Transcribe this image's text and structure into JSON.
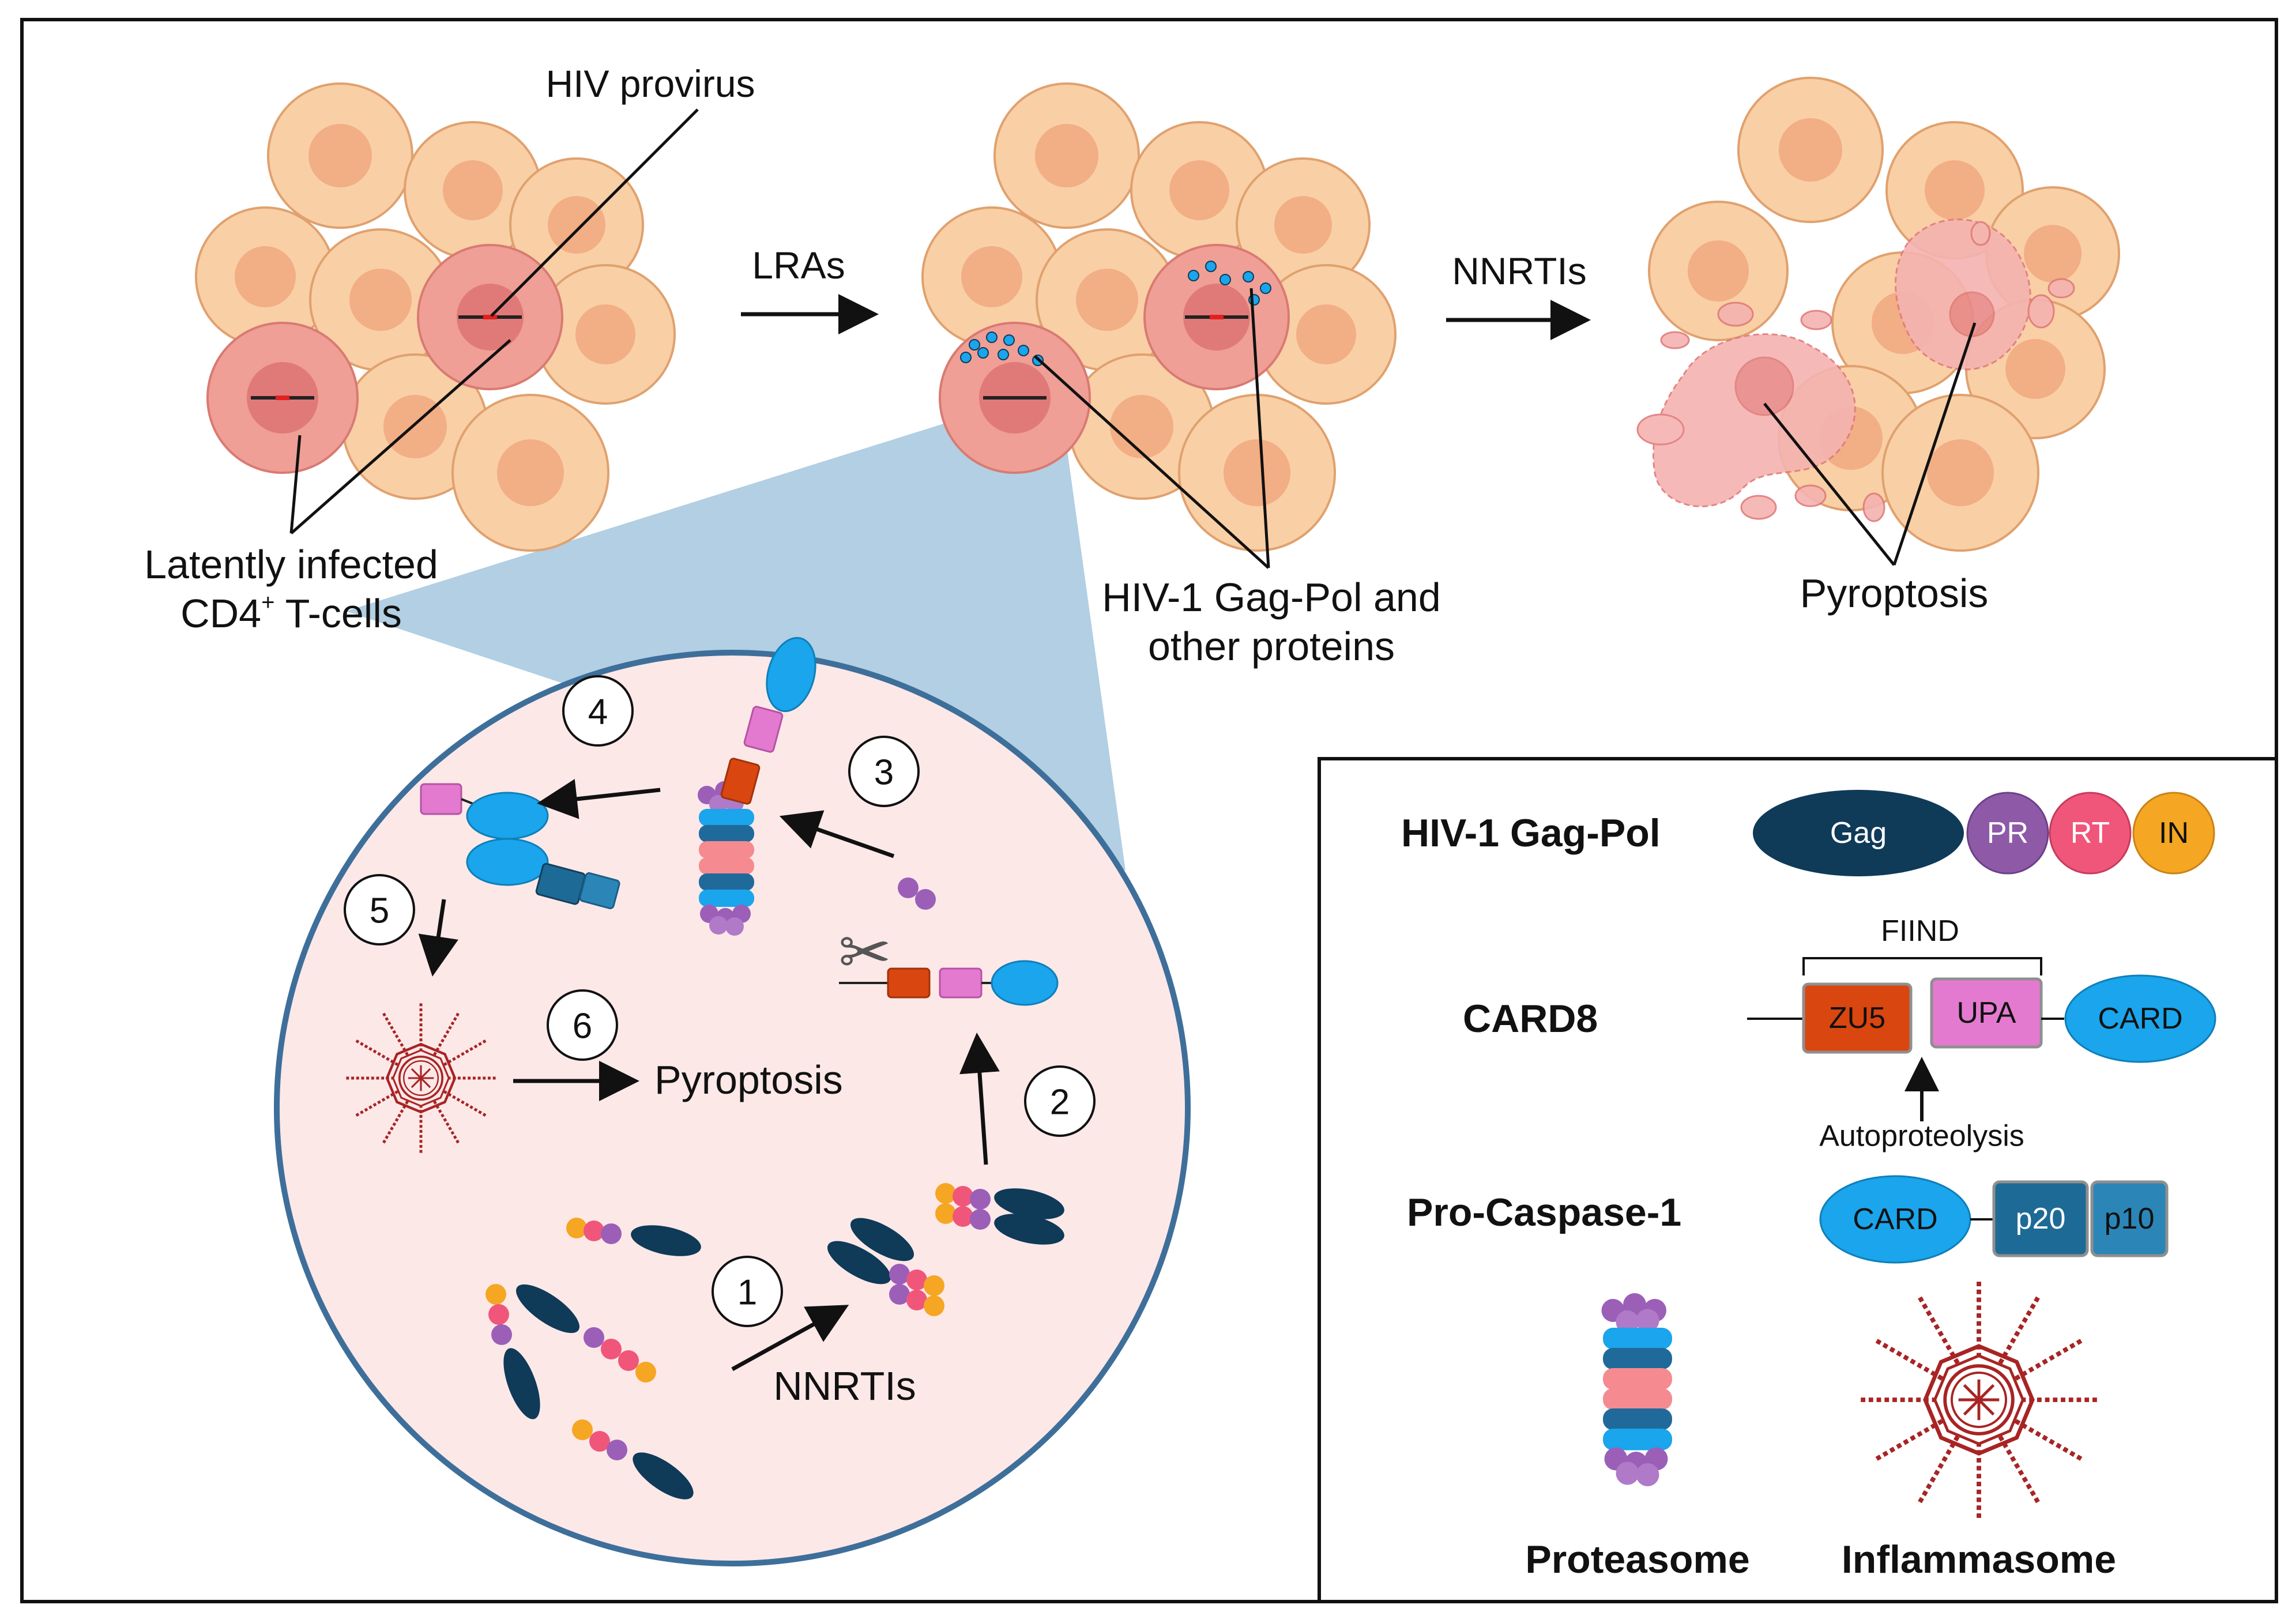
{
  "top": {
    "provirus_label": "HIV provirus",
    "latent_line1": "Latently infected",
    "latent_line2_prefix": "CD4",
    "latent_line2_sup": "+",
    "latent_line2_suffix": " T-cells",
    "arrow1_label": "LRAs",
    "arrow2_label": "NNRTIs",
    "gagpol_line1": "HIV-1 Gag-Pol and",
    "gagpol_line2": "other proteins",
    "pyroptosis_label": "Pyroptosis"
  },
  "zoom": {
    "steps": [
      "1",
      "2",
      "3",
      "4",
      "5",
      "6"
    ],
    "nnrti_label": "NNRTIs",
    "pyroptosis_label": "Pyroptosis"
  },
  "legend": {
    "gagpol": {
      "label": "HIV-1 Gag-Pol",
      "gag": "Gag",
      "pr": "PR",
      "rt": "RT",
      "in": "IN"
    },
    "card8": {
      "label": "CARD8",
      "fiind": "FIIND",
      "zu5": "ZU5",
      "upa": "UPA",
      "card": "CARD",
      "autoproteolysis": "Autoproteolysis"
    },
    "procasp": {
      "label": "Pro-Caspase-1",
      "card": "CARD",
      "p20": "p20",
      "p10": "p10"
    },
    "proteasome": "Proteasome",
    "inflammasome": "Inflammasome"
  },
  "colors": {
    "cell_fill": "#f9cfa6",
    "cell_stroke": "#e0a16e",
    "nucleus": "#f2ae84",
    "infected_cell": "#ef9f95",
    "infected_nucleus": "#e07a78",
    "gag_navy": "#0f3a58",
    "pr_purple": "#8e5aa8",
    "rt_pink": "#f0567a",
    "in_orange": "#f5a623",
    "card_blue": "#1aa5ec",
    "zu5_orange": "#d9460f",
    "upa_pink": "#e47ad0",
    "p20_teal": "#1e6a96",
    "p10_teal": "#2b86b7",
    "inflammasome_red": "#a82424",
    "zoom_bg": "#fde8e8",
    "zoom_border": "#3e6f9a",
    "beam": "#a4c7de"
  }
}
